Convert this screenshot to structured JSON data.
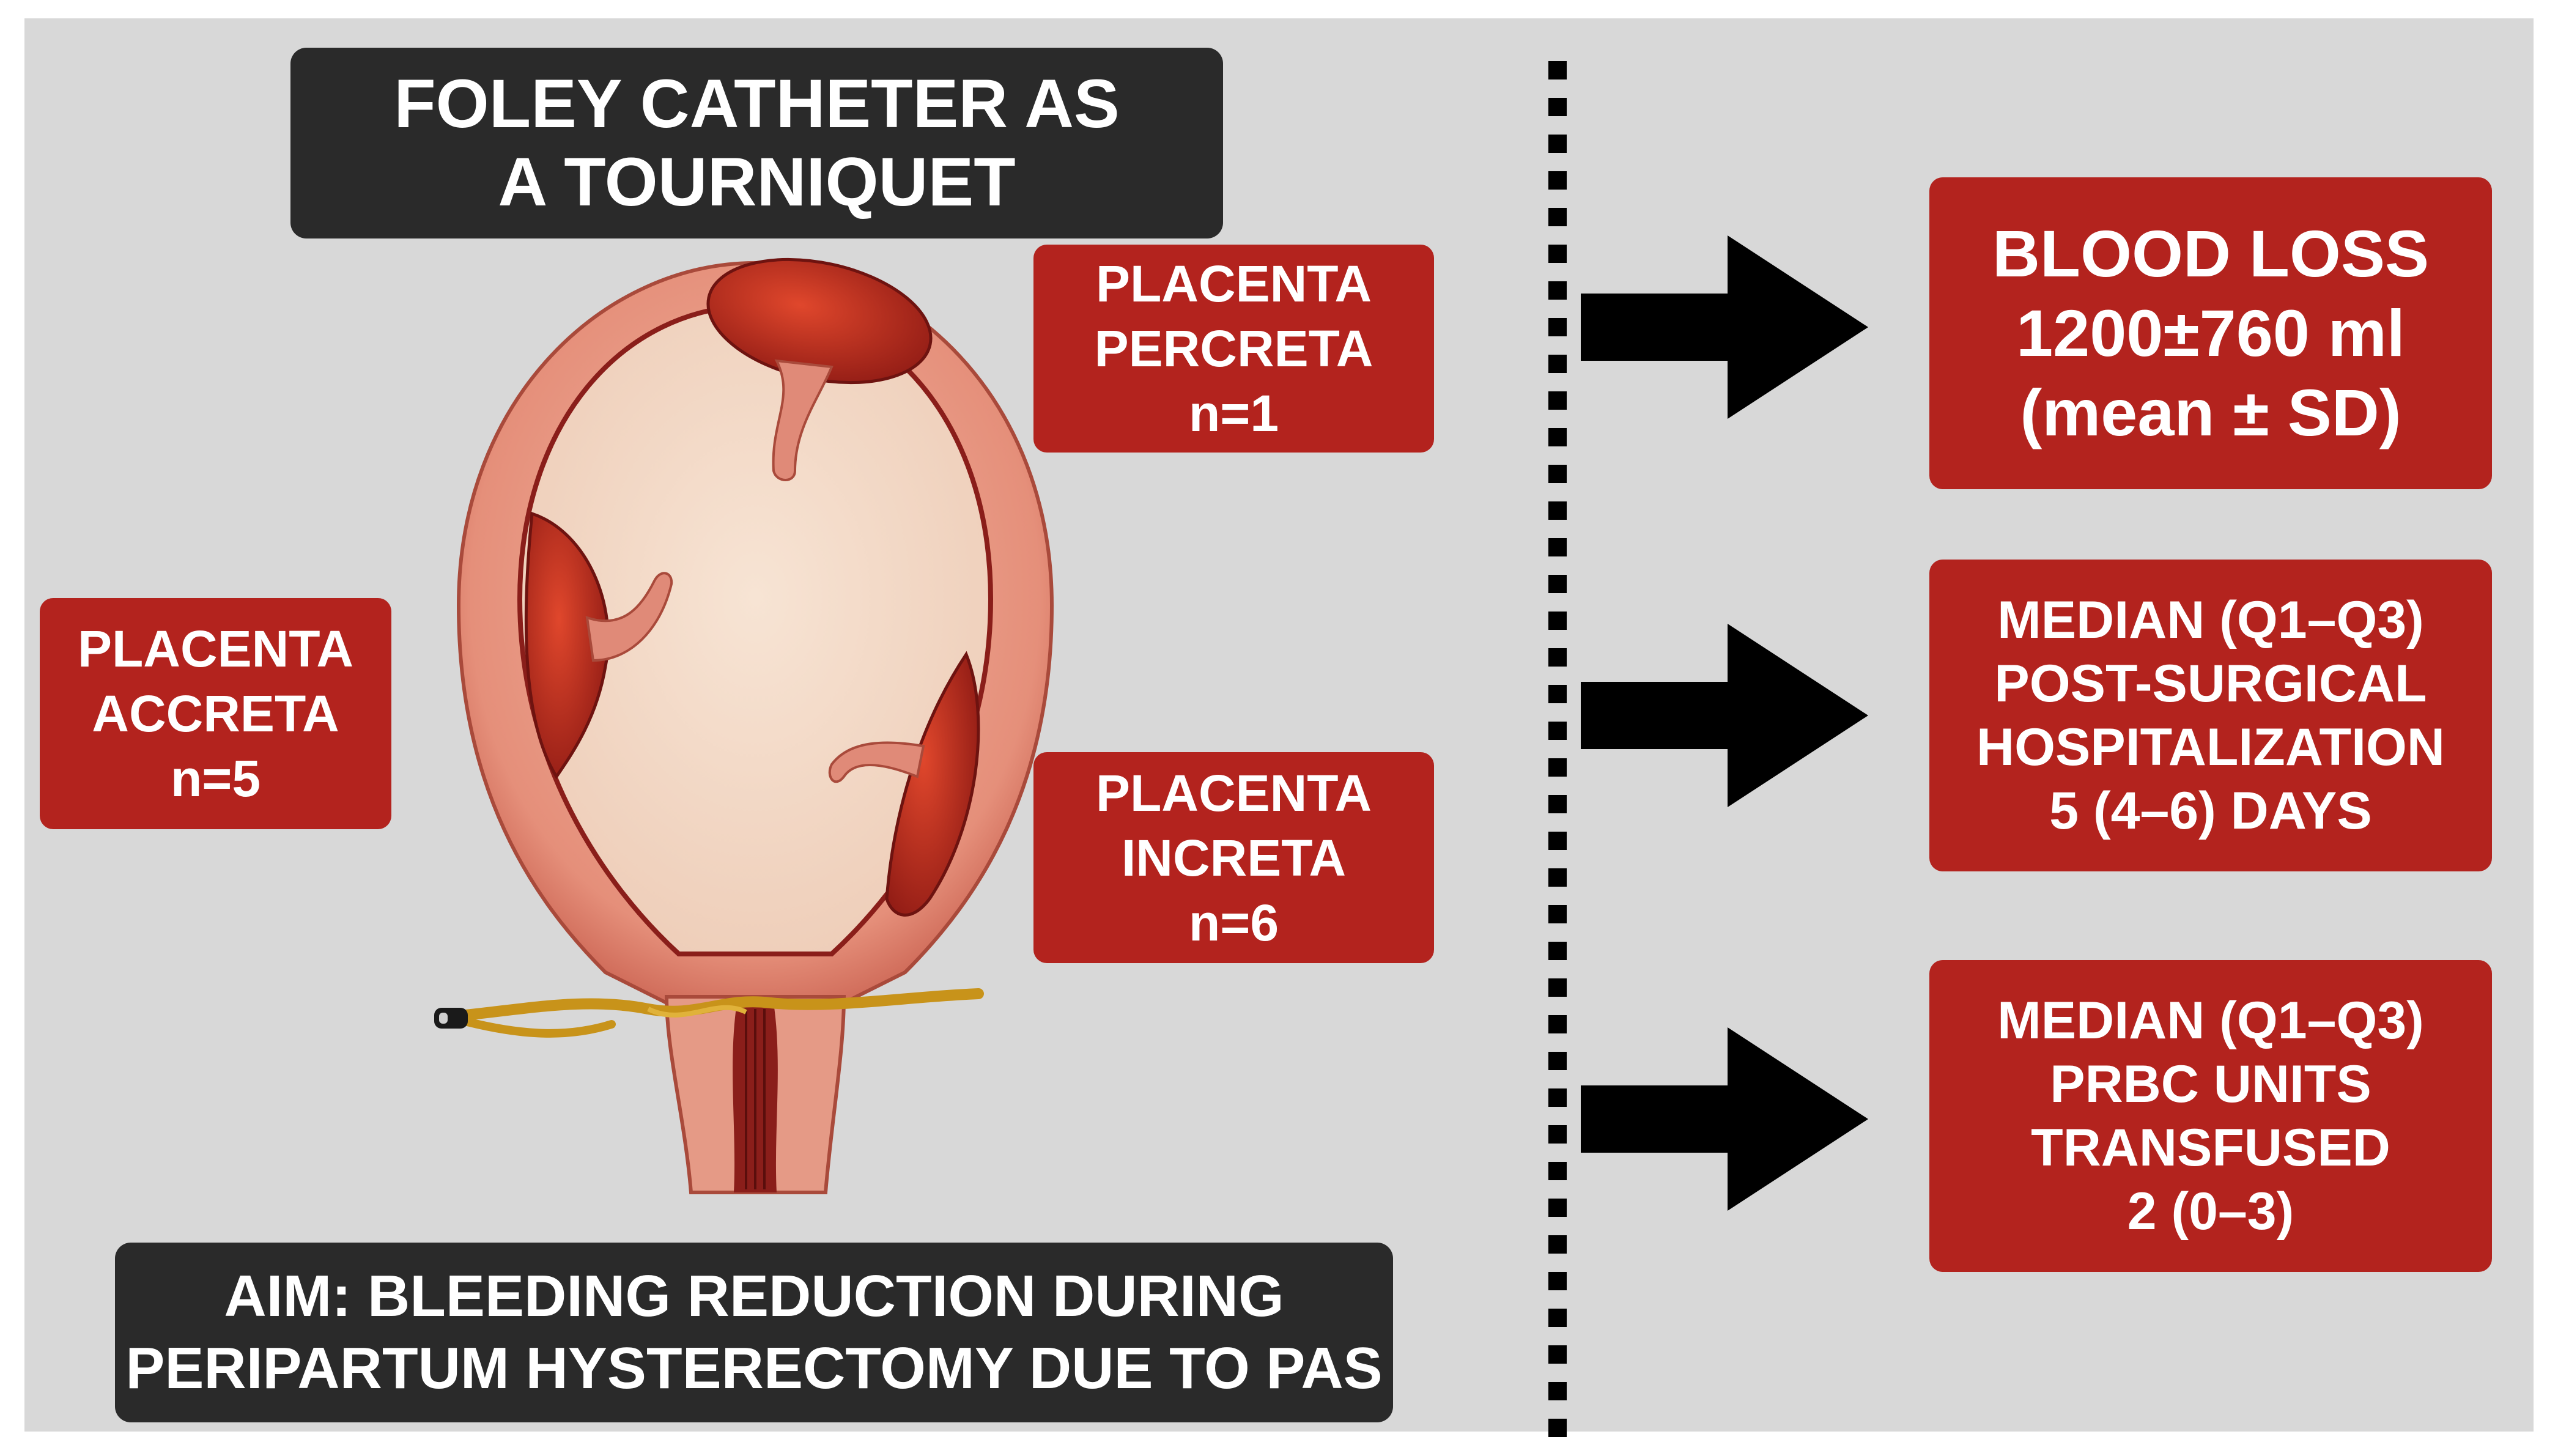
{
  "title": {
    "line1": "FOLEY CATHETER AS",
    "line2": "A TOURNIQUET"
  },
  "aim": {
    "line1": "AIM: BLEEDING REDUCTION DURING",
    "line2": "PERIPARTUM HYSTERECTOMY DUE TO PAS"
  },
  "placenta": {
    "percreta": {
      "line1": "PLACENTA",
      "line2": "PERCRETA",
      "n": "n=1"
    },
    "accreta": {
      "line1": "PLACENTA",
      "line2": "ACCRETA",
      "n": "n=5"
    },
    "increta": {
      "line1": "PLACENTA",
      "line2": "INCRETA",
      "n": "n=6"
    }
  },
  "outcomes": {
    "blood_loss": {
      "line1": "BLOOD LOSS",
      "line2": "1200±760 ml",
      "line3": "(mean ± SD)"
    },
    "hospitalization": {
      "line1": "MEDIAN (Q1–Q3)",
      "line2": "POST-SURGICAL",
      "line3": "HOSPITALIZATION",
      "line4": "5 (4–6) DAYS"
    },
    "prbc": {
      "line1": "MEDIAN (Q1–Q3)",
      "line2": "PRBC UNITS",
      "line3": "TRANSFUSED",
      "line4": "2 (0–3)"
    }
  },
  "colors": {
    "background": "#d8d8d8",
    "dark_box": "#2a2a2a",
    "red_box": "#b3231e",
    "arrow": "#000000"
  },
  "icons": {
    "uterus": "uterus-illustration-icon",
    "catheter": "foley-catheter-icon",
    "arrow": "right-arrow-icon"
  }
}
